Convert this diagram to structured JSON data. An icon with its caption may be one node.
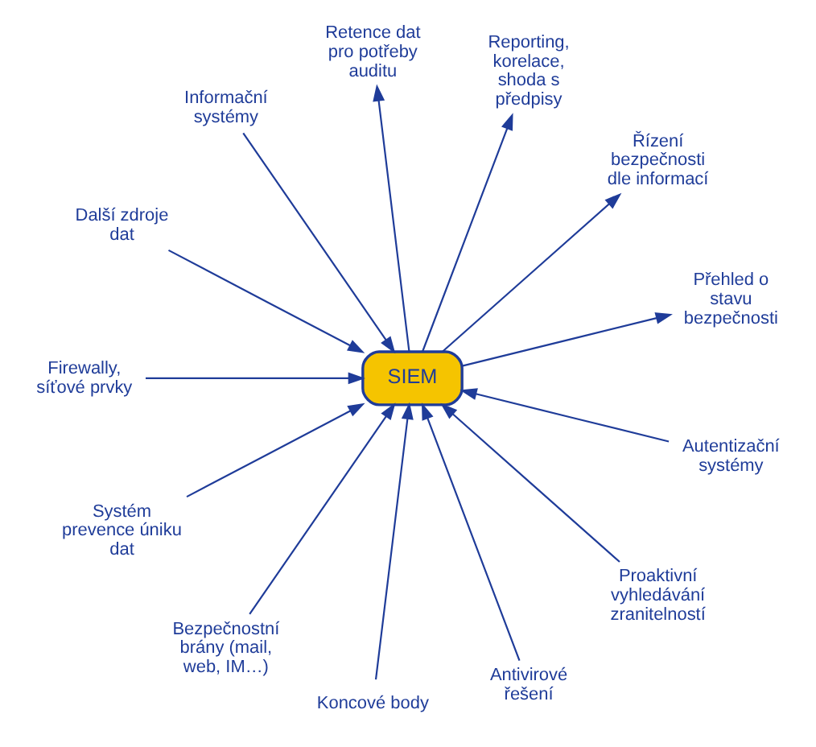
{
  "diagram": {
    "nodes": [
      {
        "text": [
          "Přehled o stavu bezpečnosti"
        ]
      },
      {
        "text": [
          "Řízení bezpečnosti dle informací"
        ]
      },
      {
        "text": [
          "Reporting, korelace, shoda s předpisy"
        ]
      },
      {
        "text": [
          "Retence dat pro potřeby auditu"
        ]
      },
      {
        "text": [
          "Informační systémy"
        ]
      },
      {
        "text": [
          "Další zdroje dat"
        ]
      },
      {
        "text": [
          "SIEM"
        ]
      },
      {
        "text": [
          "Firewally, síťové prvky"
        ]
      },
      {
        "text": [
          "Systém prevence úniku dat"
        ]
      },
      {
        "text": [
          "Bezpečnostní brány (mail, web, IM…)"
        ]
      },
      {
        "text": [
          "Koncové body"
        ]
      },
      {
        "text": [
          "Antivirové řešení"
        ]
      },
      {
        "text": [
          "Proaktivní vyhledávání zranitelností"
        ]
      },
      {
        "text": [
          "Autentizační systémy"
        ]
      }
    ],
    "edges": [
      {
        "from": 6,
        "to": 0,
        "arrow": "to"
      },
      {
        "from": 6,
        "to": 1,
        "arrow": "to"
      },
      {
        "from": 6,
        "to": 2,
        "arrow": "to"
      },
      {
        "from": 6,
        "to": 3,
        "arrow": "to"
      },
      {
        "from": 4,
        "to": 6,
        "arrow": "to"
      },
      {
        "from": 5,
        "to": 6,
        "arrow": "to"
      },
      {
        "from": 7,
        "to": 6,
        "arrow": "to"
      },
      {
        "from": 8,
        "to": 6,
        "arrow": "to"
      },
      {
        "from": 9,
        "to": 6,
        "arrow": "to"
      },
      {
        "from": 10,
        "to": 6,
        "arrow": "to"
      },
      {
        "from": 11,
        "to": 6,
        "arrow": "to"
      },
      {
        "from": 12,
        "to": 6,
        "arrow": "to"
      },
      {
        "from": 13,
        "to": 6,
        "arrow": "to"
      }
    ]
  }
}
